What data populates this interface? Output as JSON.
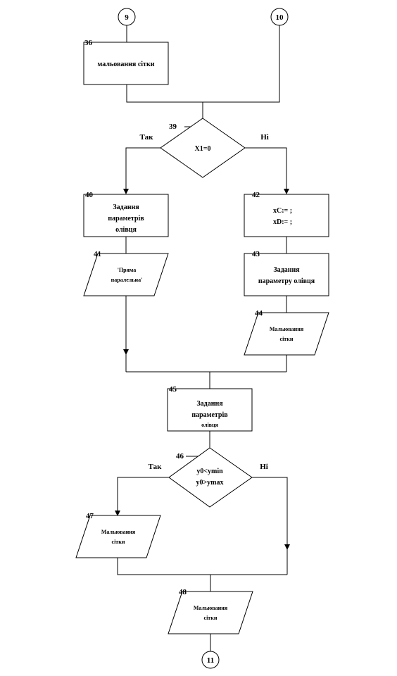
{
  "connectors": {
    "c9": "9",
    "c10": "10",
    "c11": "11"
  },
  "blocks": {
    "b36": {
      "num": "36",
      "lines": [
        "мальовання сітки"
      ]
    },
    "b39": {
      "num": "39",
      "lines": [
        "X1=0"
      ],
      "yes": "Так",
      "no": "Ні"
    },
    "b40": {
      "num": "40",
      "lines": [
        "Задання",
        "параметрів",
        "олівця"
      ]
    },
    "b41": {
      "num": "41",
      "lines": [
        "'Пряма",
        "паралельна'"
      ]
    },
    "b42": {
      "num": "42",
      "lines": [
        "xC:=   ;",
        "xD:=  ;"
      ]
    },
    "b43": {
      "num": "43",
      "lines": [
        "Задання",
        "параметру олівця"
      ]
    },
    "b44": {
      "num": "44",
      "lines": [
        "Мальювання",
        "сітки"
      ]
    },
    "b45": {
      "num": "45",
      "lines": [
        "Задання",
        "параметрів",
        "олівця"
      ]
    },
    "b46": {
      "num": "46",
      "lines": [
        "y0<ymin",
        "y0>ymax"
      ],
      "yes": "Так",
      "no": "Ні"
    },
    "b47": {
      "num": "47",
      "lines": [
        "Мальювання",
        "сітки"
      ]
    },
    "b48": {
      "num": "48",
      "lines": [
        "Мальювання",
        "сітки"
      ]
    }
  }
}
